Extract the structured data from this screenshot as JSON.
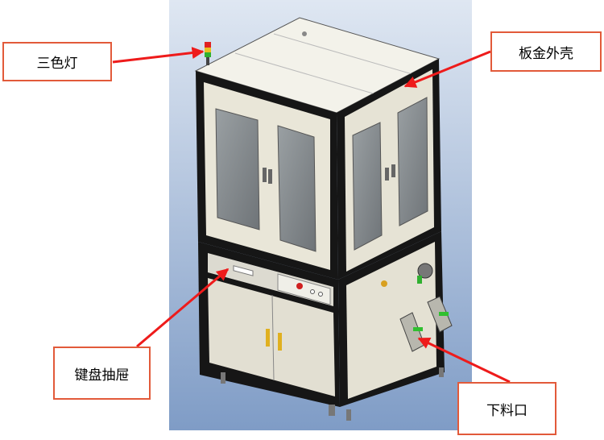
{
  "labels": {
    "tower_light": "三色灯",
    "sheet_metal_shell": "板金外壳",
    "keyboard_drawer": "键盘抽屉",
    "discharge_port": "下料口"
  },
  "colors": {
    "background_gradient_top": "#dfe7f2",
    "background_gradient_bottom": "#7f9cc6",
    "frame": "#161616",
    "panel": "#e9e6d8",
    "window": "#8a8f92",
    "arrow": "#ee1b1b",
    "label_border": "#e25a3a"
  }
}
